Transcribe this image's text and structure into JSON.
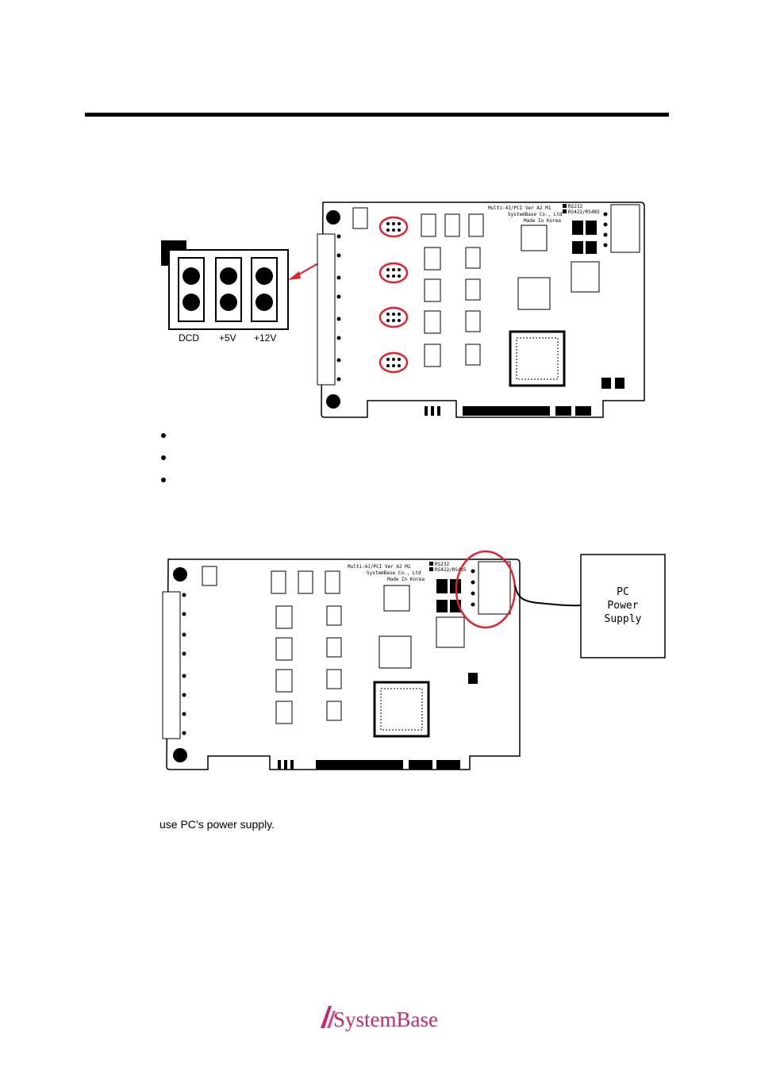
{
  "figure1": {
    "jumper_labels": [
      "DCD",
      "+5V",
      "+12V"
    ],
    "board_title": "Multi-4J/PCI Ver A2 M1",
    "board_company": "SystemBase Co., Ltd",
    "board_origin": "Made In Korea",
    "legend_1": "RS232",
    "legend_2": "RS422/RS485",
    "highlight_color": "#e3212b"
  },
  "bullets_count": 3,
  "figure2": {
    "box_line1": "PC",
    "box_line2": "Power",
    "box_line3": "Supply",
    "board_title": "Multi-4J/PCI Ver A2 M1",
    "board_company": "SystemBase Co., Ltd",
    "board_origin": "Made In Korea",
    "legend_1": "RS232",
    "legend_2": "RS422/RS485"
  },
  "caption": "use PC’s power supply.",
  "footer": {
    "logo_text": "SystemBase",
    "logo_color": "#c4296b"
  }
}
